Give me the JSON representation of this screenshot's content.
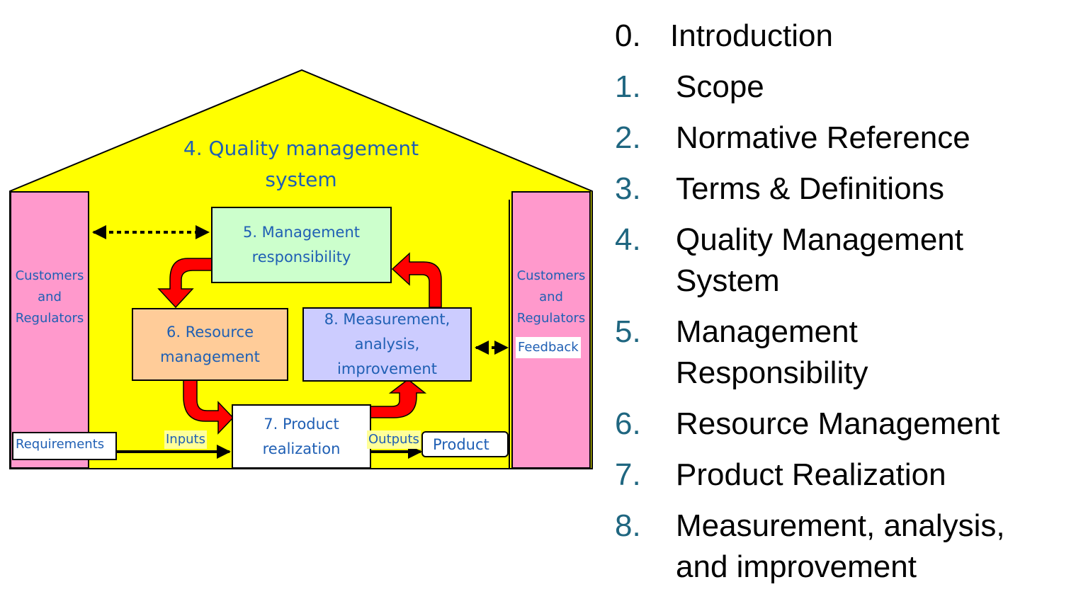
{
  "diagram": {
    "house_title_line1": "4. Quality management",
    "house_title_line2": "system",
    "left_pillar": [
      "Customers",
      "and",
      "Regulators"
    ],
    "right_pillar": [
      "Customers",
      "and",
      "Regulators"
    ],
    "box5": [
      "5. Management",
      "responsibility"
    ],
    "box6": [
      "6. Resource",
      "management"
    ],
    "box7": [
      "7. Product",
      "realization"
    ],
    "box8": [
      "8. Measurement,",
      "analysis,",
      "improvement"
    ],
    "requirements": "Requirements",
    "inputs": "Inputs",
    "outputs": "Outputs",
    "product": "Product",
    "feedback": "Feedback",
    "colors": {
      "house": "#ffff00",
      "pillar": "#ff99cc",
      "box5": "#ccffcc",
      "box6": "#ffcc99",
      "box7": "#ffffff",
      "box8": "#ccccff",
      "flow_arrow": "#ff0000",
      "label_text": "#1f5fb4",
      "toc_number": "#1f6680"
    }
  },
  "toc": [
    {
      "num": "0.",
      "text": [
        "Introduction"
      ],
      "num_color": "#000000"
    },
    {
      "num": "1.",
      "text": [
        "Scope"
      ],
      "num_color": "#1f6680"
    },
    {
      "num": "2.",
      "text": [
        "Normative Reference"
      ],
      "num_color": "#1f6680"
    },
    {
      "num": "3.",
      "text": [
        "Terms & Definitions"
      ],
      "num_color": "#1f6680"
    },
    {
      "num": "4.",
      "text": [
        "Quality Management",
        "System"
      ],
      "num_color": "#1f6680"
    },
    {
      "num": "5.",
      "text": [
        "Management",
        "Responsibility"
      ],
      "num_color": "#1f6680"
    },
    {
      "num": "6.",
      "text": [
        "Resource Management"
      ],
      "num_color": "#1f6680"
    },
    {
      "num": "7.",
      "text": [
        "Product Realization"
      ],
      "num_color": "#1f6680"
    },
    {
      "num": "8.",
      "text": [
        "Measurement, analysis,",
        "and improvement"
      ],
      "num_color": "#1f6680"
    }
  ]
}
